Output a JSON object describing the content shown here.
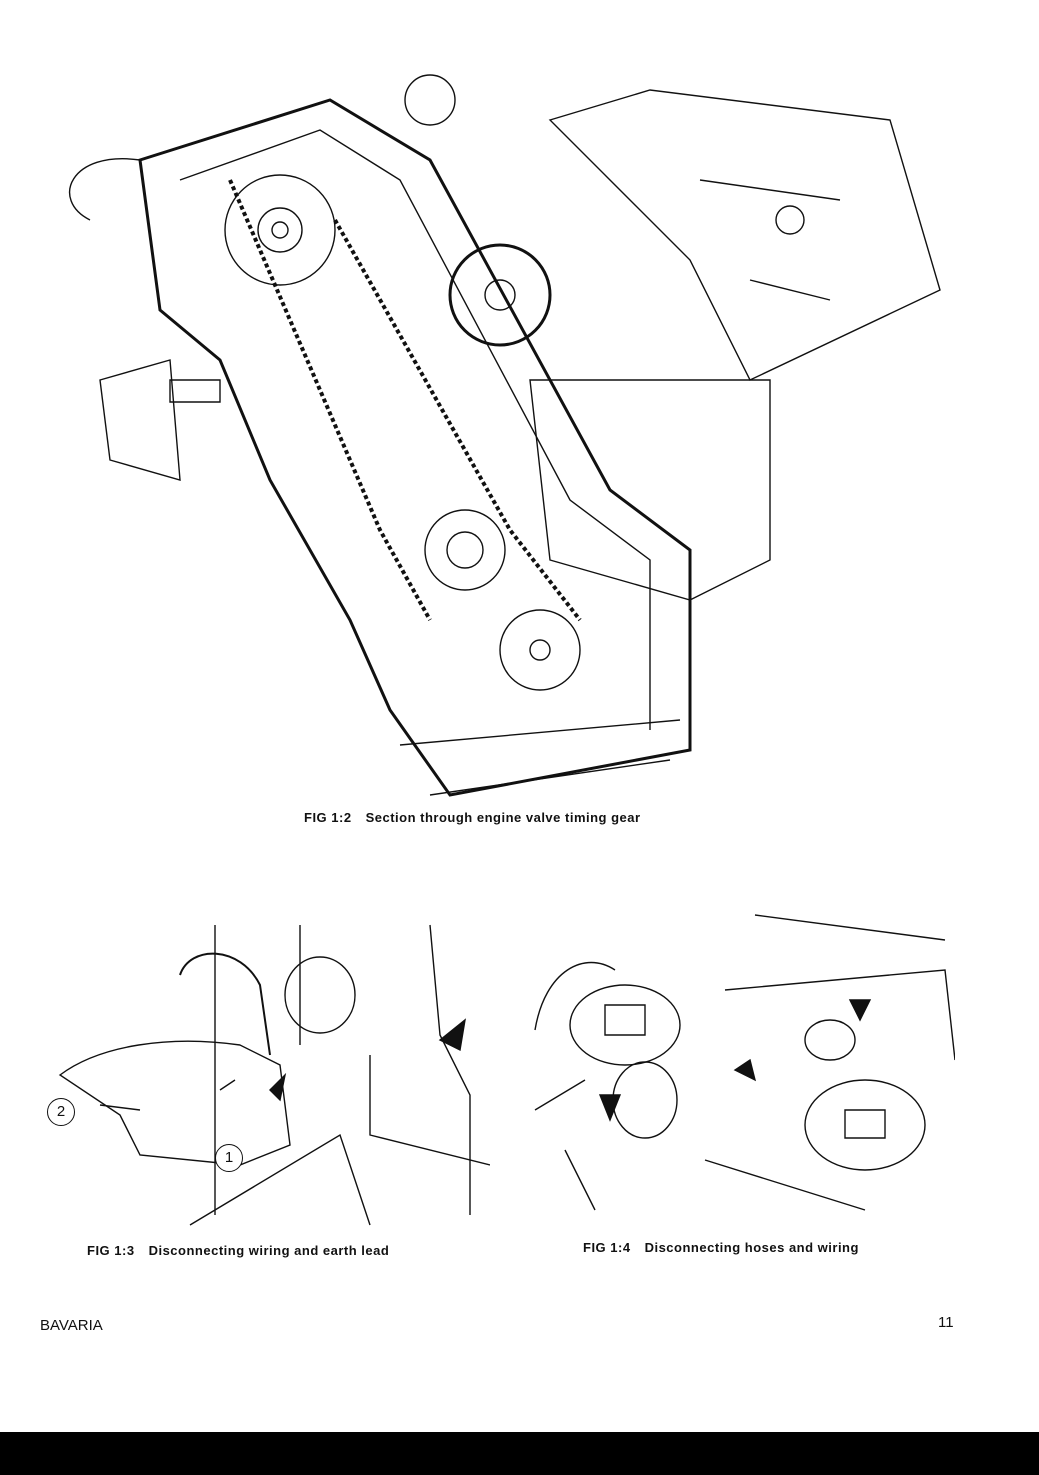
{
  "figures": [
    {
      "number": "FIG 1:2",
      "caption": "Section through engine valve timing gear"
    },
    {
      "number": "FIG 1:3",
      "caption": "Disconnecting wiring and earth lead",
      "callouts": [
        "1",
        "2"
      ]
    },
    {
      "number": "FIG 1:4",
      "caption": "Disconnecting hoses and wiring"
    }
  ],
  "footer": {
    "title": "BAVARIA",
    "page_number": "11"
  }
}
